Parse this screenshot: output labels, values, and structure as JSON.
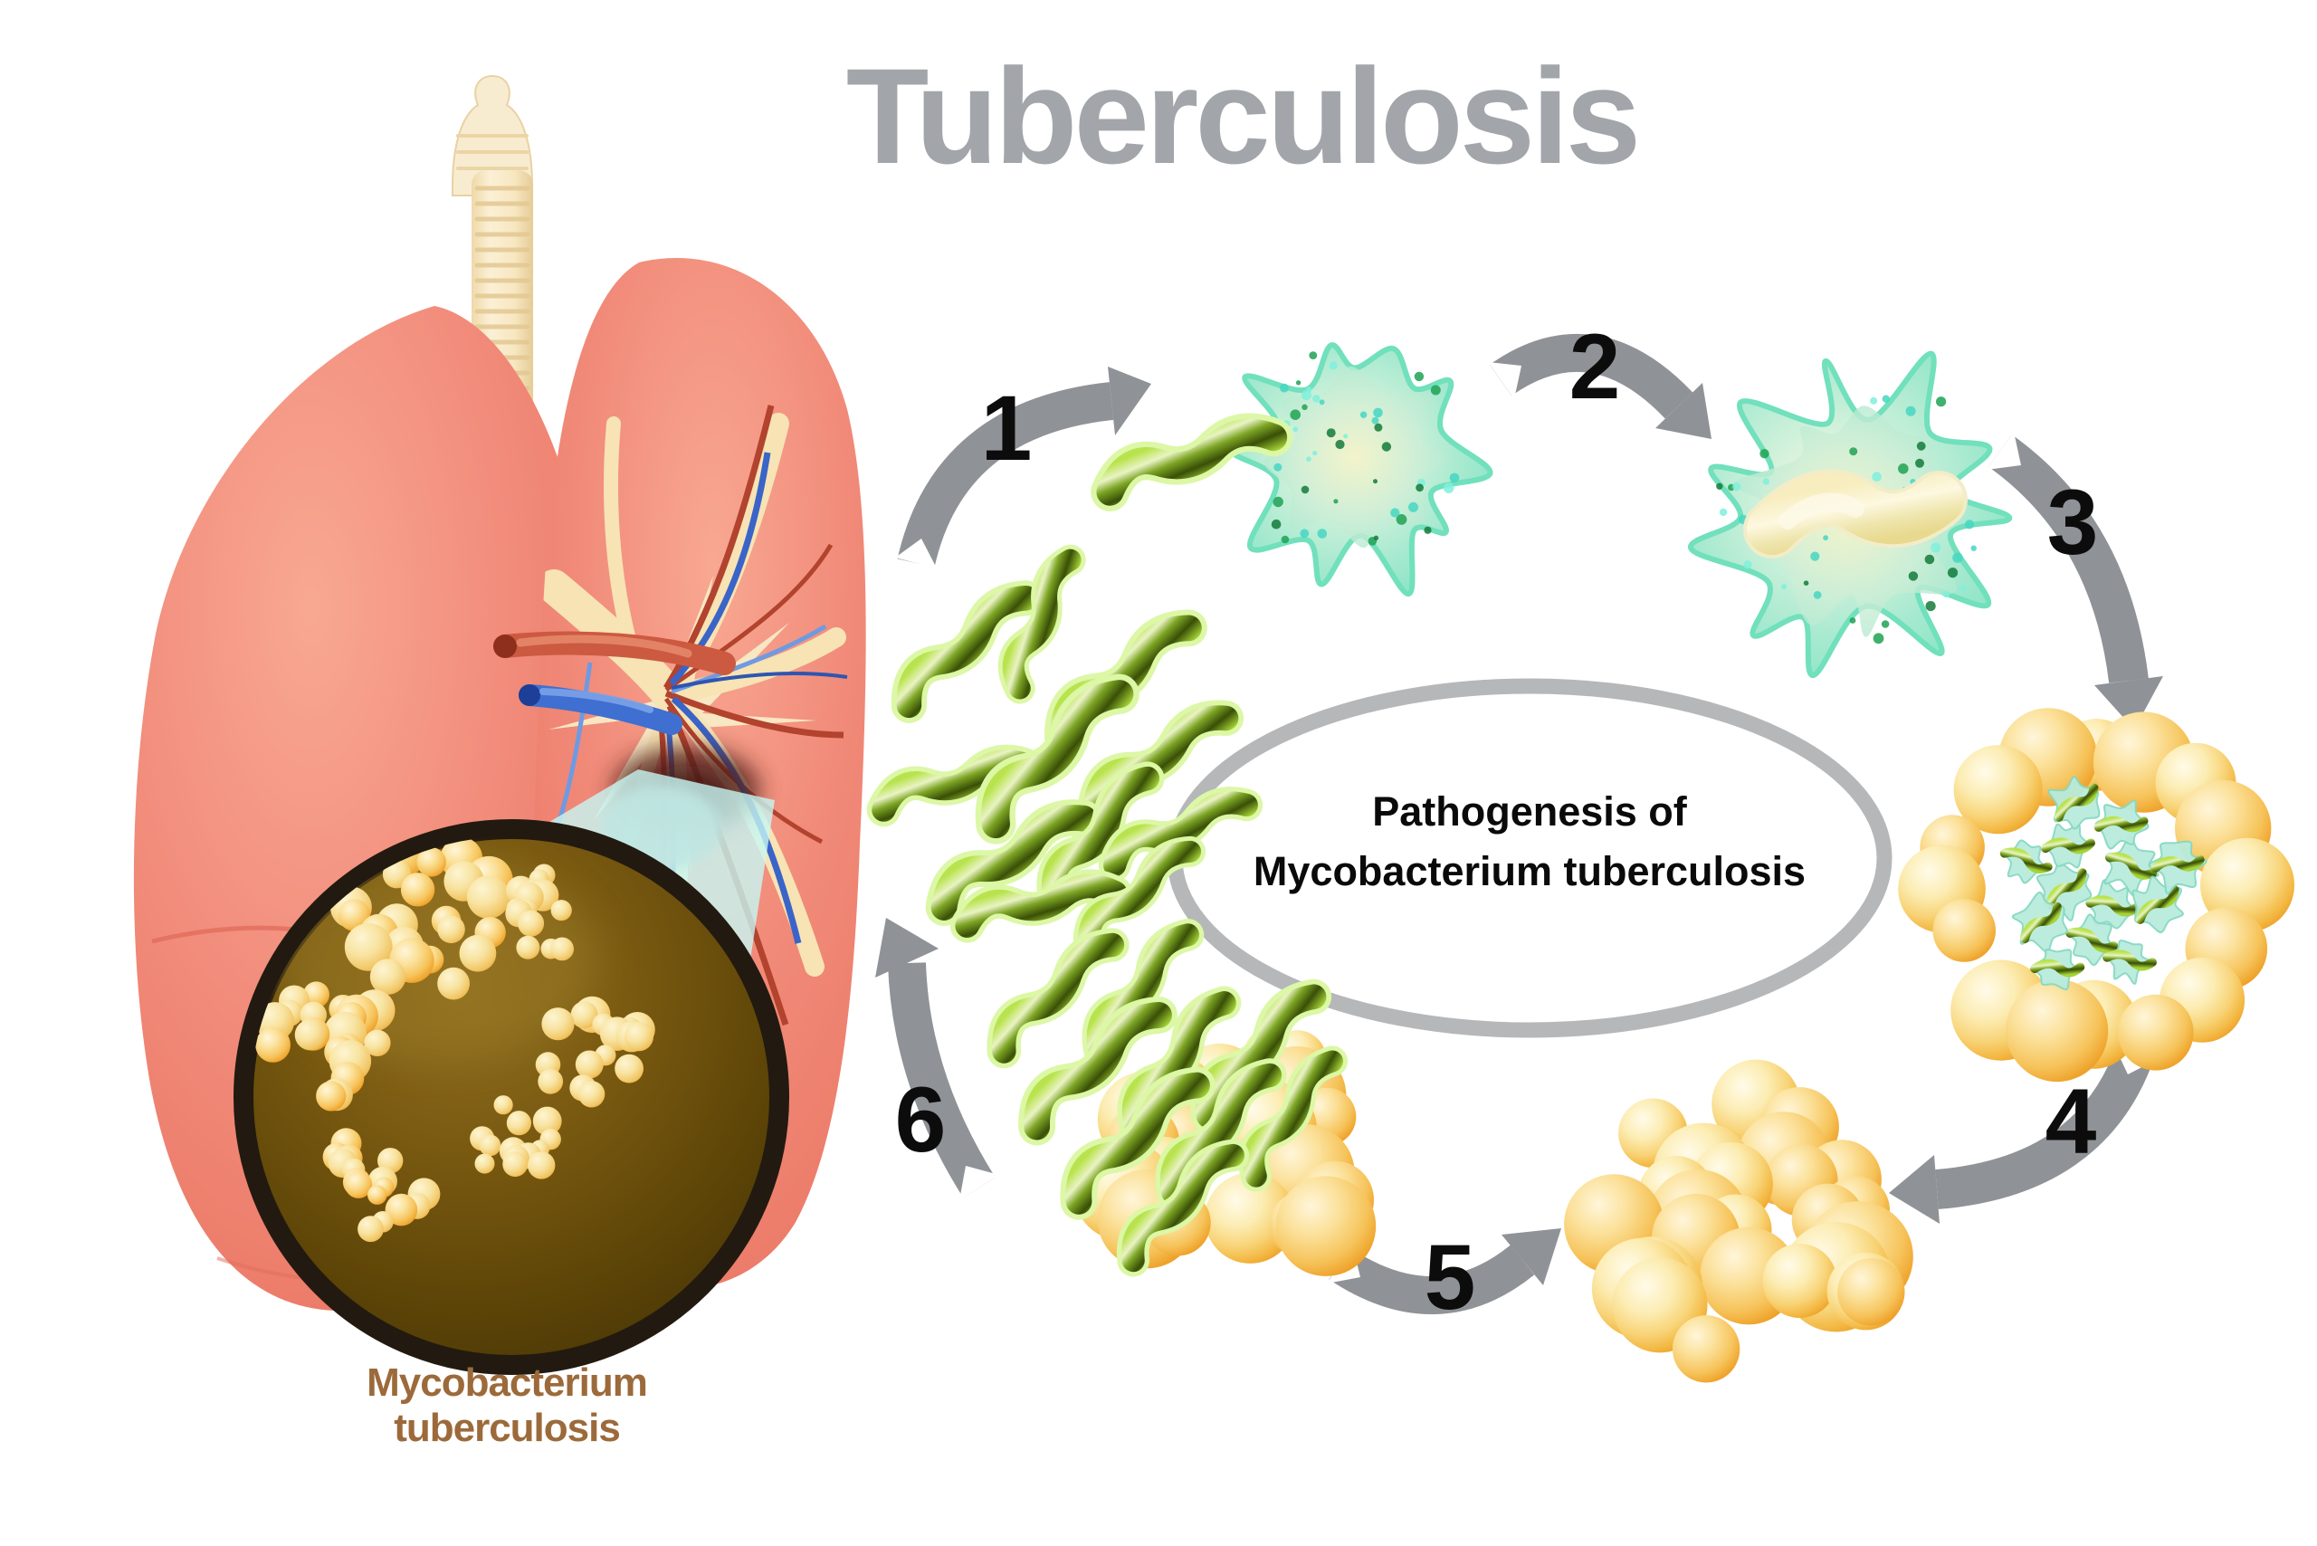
{
  "title": "Tuberculosis",
  "center_label": {
    "line1": "Pathogenesis of",
    "line2": "Mycobacterium tuberculosis"
  },
  "magnifier_caption": {
    "line1": "Mycobacterium",
    "line2": "tuberculosis"
  },
  "steps": [
    {
      "number": "1"
    },
    {
      "number": "2"
    },
    {
      "number": "3"
    },
    {
      "number": "4"
    },
    {
      "number": "5"
    },
    {
      "number": "6"
    }
  ],
  "colors": {
    "title_gray": "#a2a5a9",
    "arrow_gray": "#8f9296",
    "ellipse_ring_gray": "#b5b7b9",
    "number_black": "#0c0c0c",
    "caption_brown": "#9c6a3a",
    "bacteria_green": "#7fae23",
    "macrophage_teal": "#8ce6c6",
    "granuloma_yellow": "#f6c35a",
    "scope_brown": "#6b5212",
    "lung_salmon": "#f08a7a",
    "wedge_cyan": "#c7f7f4"
  }
}
